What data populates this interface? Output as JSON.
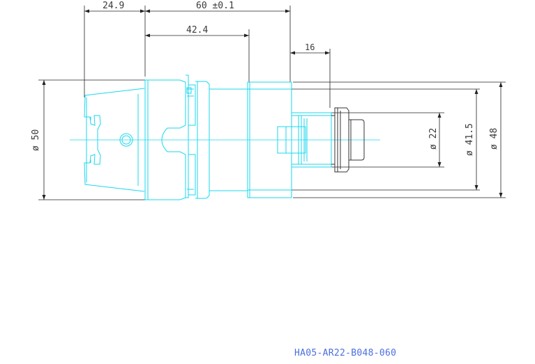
{
  "dimensions": {
    "top_left": "24.9",
    "top_overall": "60 ±0.1",
    "top_mid": "42.4",
    "top_right": "16",
    "dia_50": "ø 50",
    "dia_22": "ø 22",
    "dia_41_5": "ø 41.5",
    "dia_48": "ø 48"
  },
  "part_code": "HA05-AR22-B048-060",
  "colors": {
    "part_outline": "#19d7ee",
    "dimension_line": "#222222",
    "collet_outline": "#333333",
    "part_code": "#4a6ee0"
  }
}
